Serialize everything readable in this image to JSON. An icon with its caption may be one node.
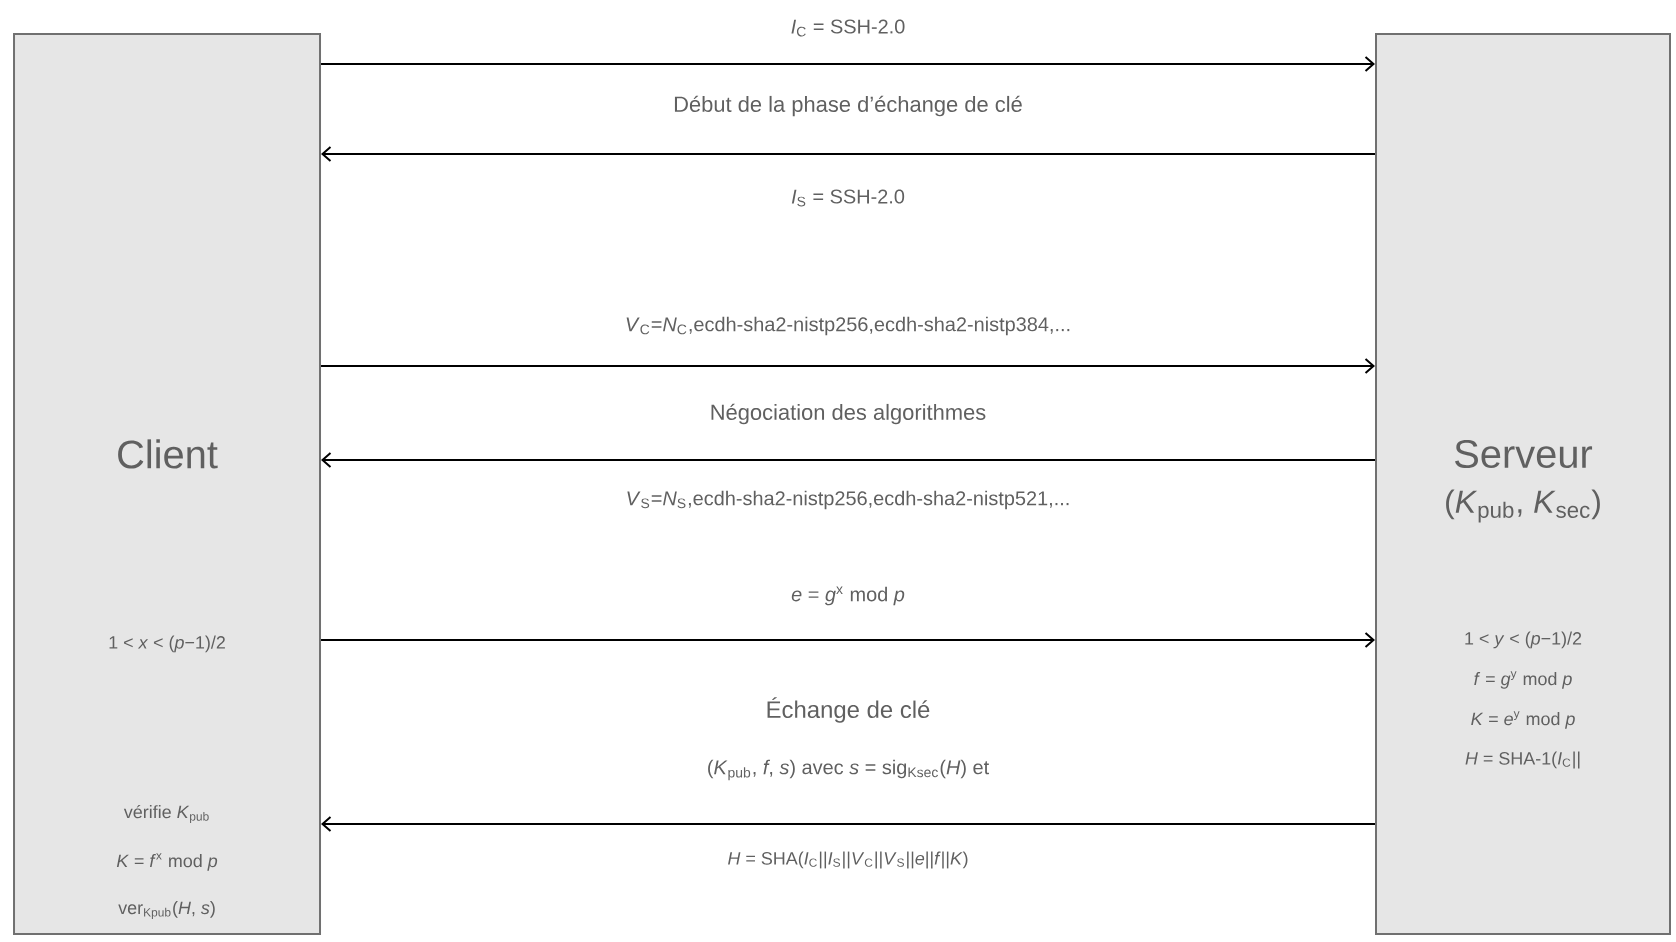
{
  "diagram": {
    "nodes": [
      {
        "text": [
          "Client",
          "1 < *x* < (*p*−1)/2",
          "vérifie *K*$_{pub}$",
          "*K* = *f*$^{x}$ mod *p*",
          "ver$_{Kpub}$(*H*, *s*)"
        ]
      },
      {
        "text": [
          "Serveur",
          "(*K*$_{pub}$, *K*$_{sec}$)",
          "1 < *y* < (*p*−1)/2",
          "*f* = *g*$^{y}$ mod *p*",
          "*K* = *e*$^{y}$ mod *p*",
          "*H* = SHA-1(*I*$_{C}$||"
        ]
      }
    ],
    "edges": [
      {
        "from": 0,
        "to": 1,
        "arrow": "to",
        "label": "*I*$_{C}$ = SSH-2.0"
      },
      {
        "from": 1,
        "to": 0,
        "arrow": "to",
        "label": "*I*$_{S}$ = SSH-2.0"
      },
      {
        "from": 0,
        "to": 1,
        "arrow": "to",
        "label": "*V*$_{C}$=*N*$_{C}$,ecdh-sha2-nistp256,ecdh-sha2-nistp384,..."
      },
      {
        "from": 1,
        "to": 0,
        "arrow": "to",
        "label": "*V*$_{S}$=*N*$_{S}$,ecdh-sha2-nistp256,ecdh-sha2-nistp521,..."
      },
      {
        "from": 0,
        "to": 1,
        "arrow": "to",
        "label": "*e* = *g*$^{x}$ mod *p*"
      },
      {
        "from": 1,
        "to": 0,
        "arrow": "to",
        "label": "(*K*$_{pub}$, *f*, *s*) avec *s* = sig$_{Ksec}$(*H*) et"
      }
    ],
    "labels": [
      "Début de la phase d’échange de clé",
      "Négociation des algorithmes",
      "Échange de clé",
      "*H* = SHA(*I*$_{C}$||*I*$_{S}$||*V*$_{C}$||*V*$_{S}$||*e*||*f*||*K*)"
    ]
  }
}
